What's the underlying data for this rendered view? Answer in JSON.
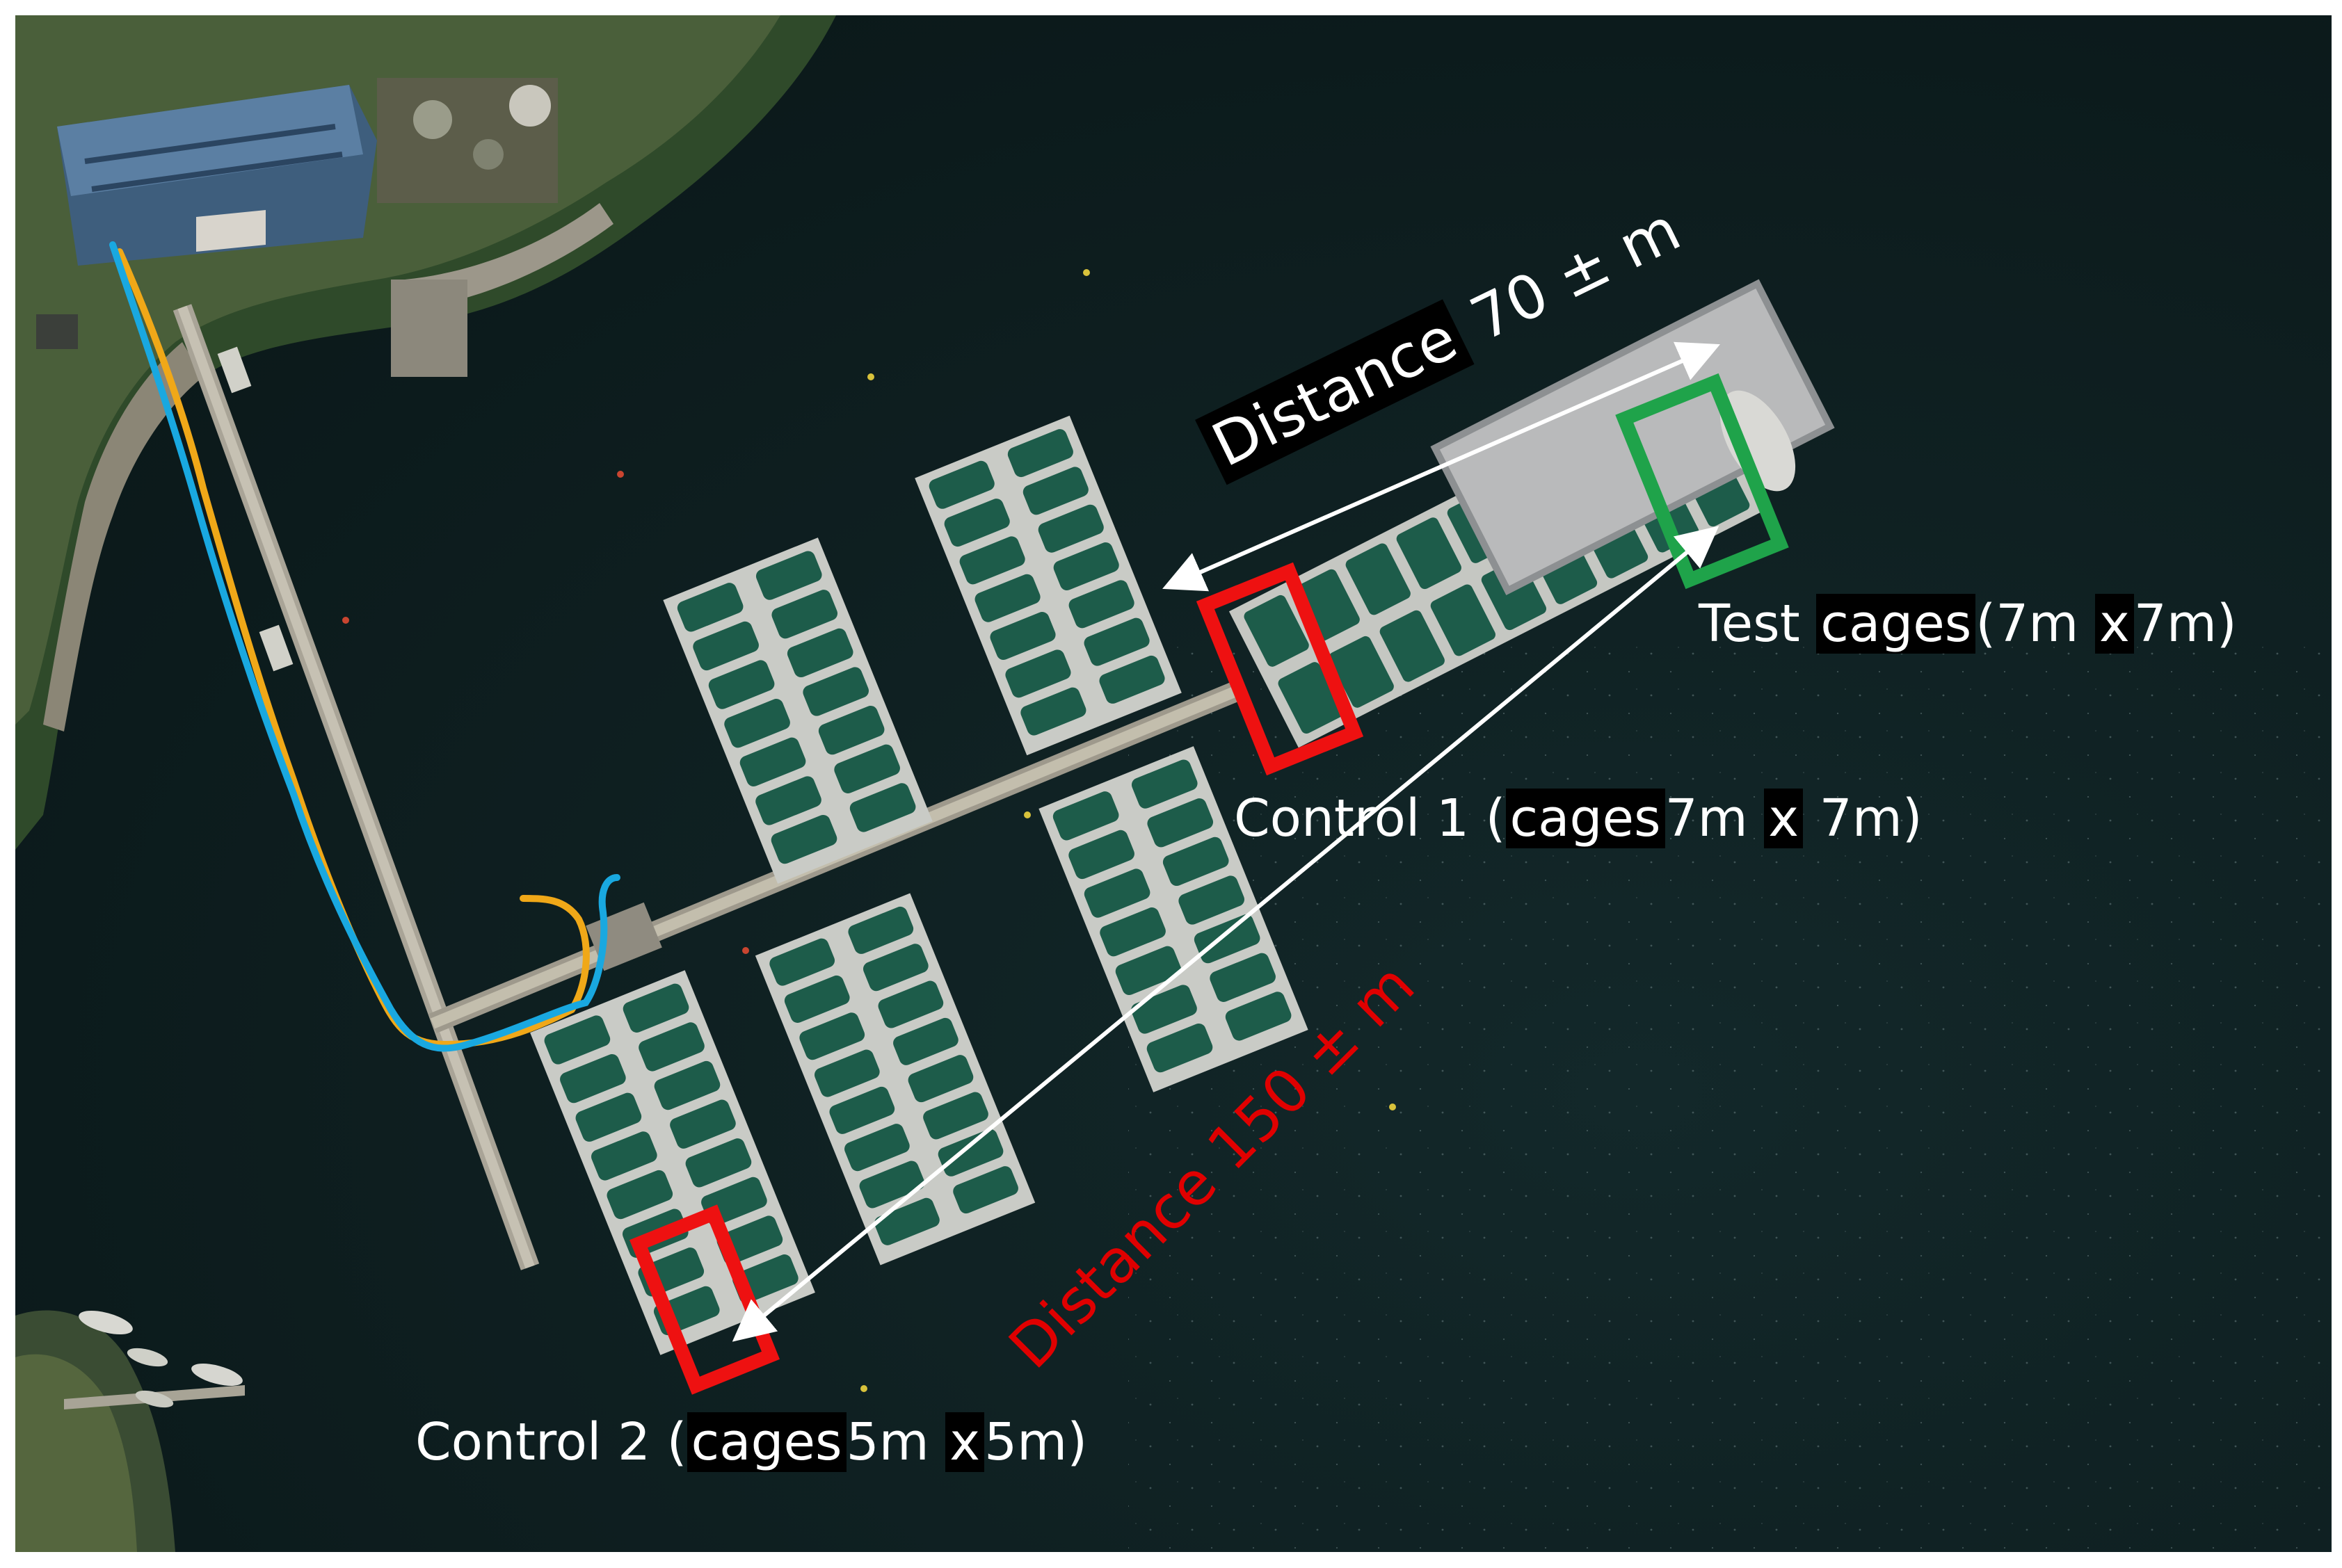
{
  "map": {
    "labels": {
      "test_cages": {
        "pre": "Test",
        "cages": "cages",
        "mid": "(7m",
        "x": "x",
        "post": "7m)"
      },
      "control1": {
        "pre": "Control 1 (",
        "cages": "cages",
        "mid": "7m",
        "x": "x",
        "post": "7m)"
      },
      "control2": {
        "pre": "Control 2 (",
        "cages": "cages",
        "mid": "5m",
        "x": "x",
        "post": "5m)"
      },
      "distance_70": {
        "word": "Distance",
        "value": "70 ± m"
      },
      "distance_150": "Distance 150 ± m"
    },
    "colors": {
      "water": "#0d1c1d",
      "test_box": "#1fa34a",
      "control_box": "#ee1111",
      "distance_150_text": "#e00000",
      "line_blue": "#19a8e0",
      "line_orange": "#f0a818",
      "pier": "#b7b2a4",
      "cage_water": "#1d5c4a"
    }
  }
}
